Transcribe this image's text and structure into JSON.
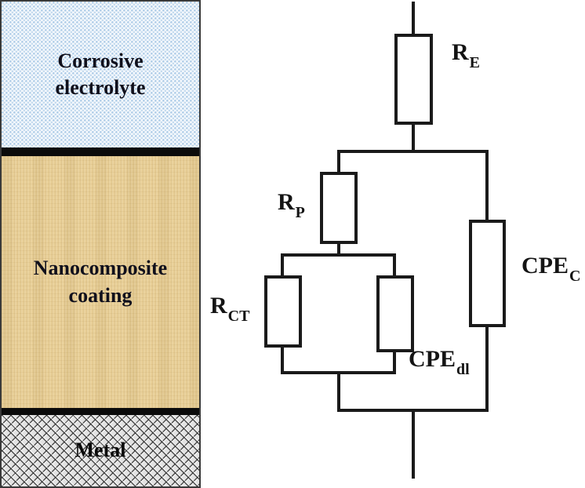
{
  "figure": {
    "stack": {
      "layers": {
        "electrolyte": {
          "label": "Corrosive electrolyte",
          "pattern": "dotted-grid",
          "color": "#a9c9e6"
        },
        "coating": {
          "label": "Nanocomposite coating",
          "pattern": "woven-canvas",
          "color": "#e9d099"
        },
        "metal": {
          "label": "Metal",
          "pattern": "diagonal-crosshatch",
          "color": "#e2e2e2"
        }
      }
    },
    "circuit": {
      "line_color": "#1a1a1a",
      "components": {
        "re": {
          "main": "R",
          "sub": "E",
          "type": "resistor"
        },
        "rp": {
          "main": "R",
          "sub": "P",
          "type": "resistor"
        },
        "rct": {
          "main": "R",
          "sub": "CT",
          "type": "resistor"
        },
        "cpedl": {
          "main": "CPE",
          "sub": "dl",
          "type": "constant-phase-element"
        },
        "cpec": {
          "main": "CPE",
          "sub": "C",
          "type": "constant-phase-element"
        }
      }
    }
  }
}
